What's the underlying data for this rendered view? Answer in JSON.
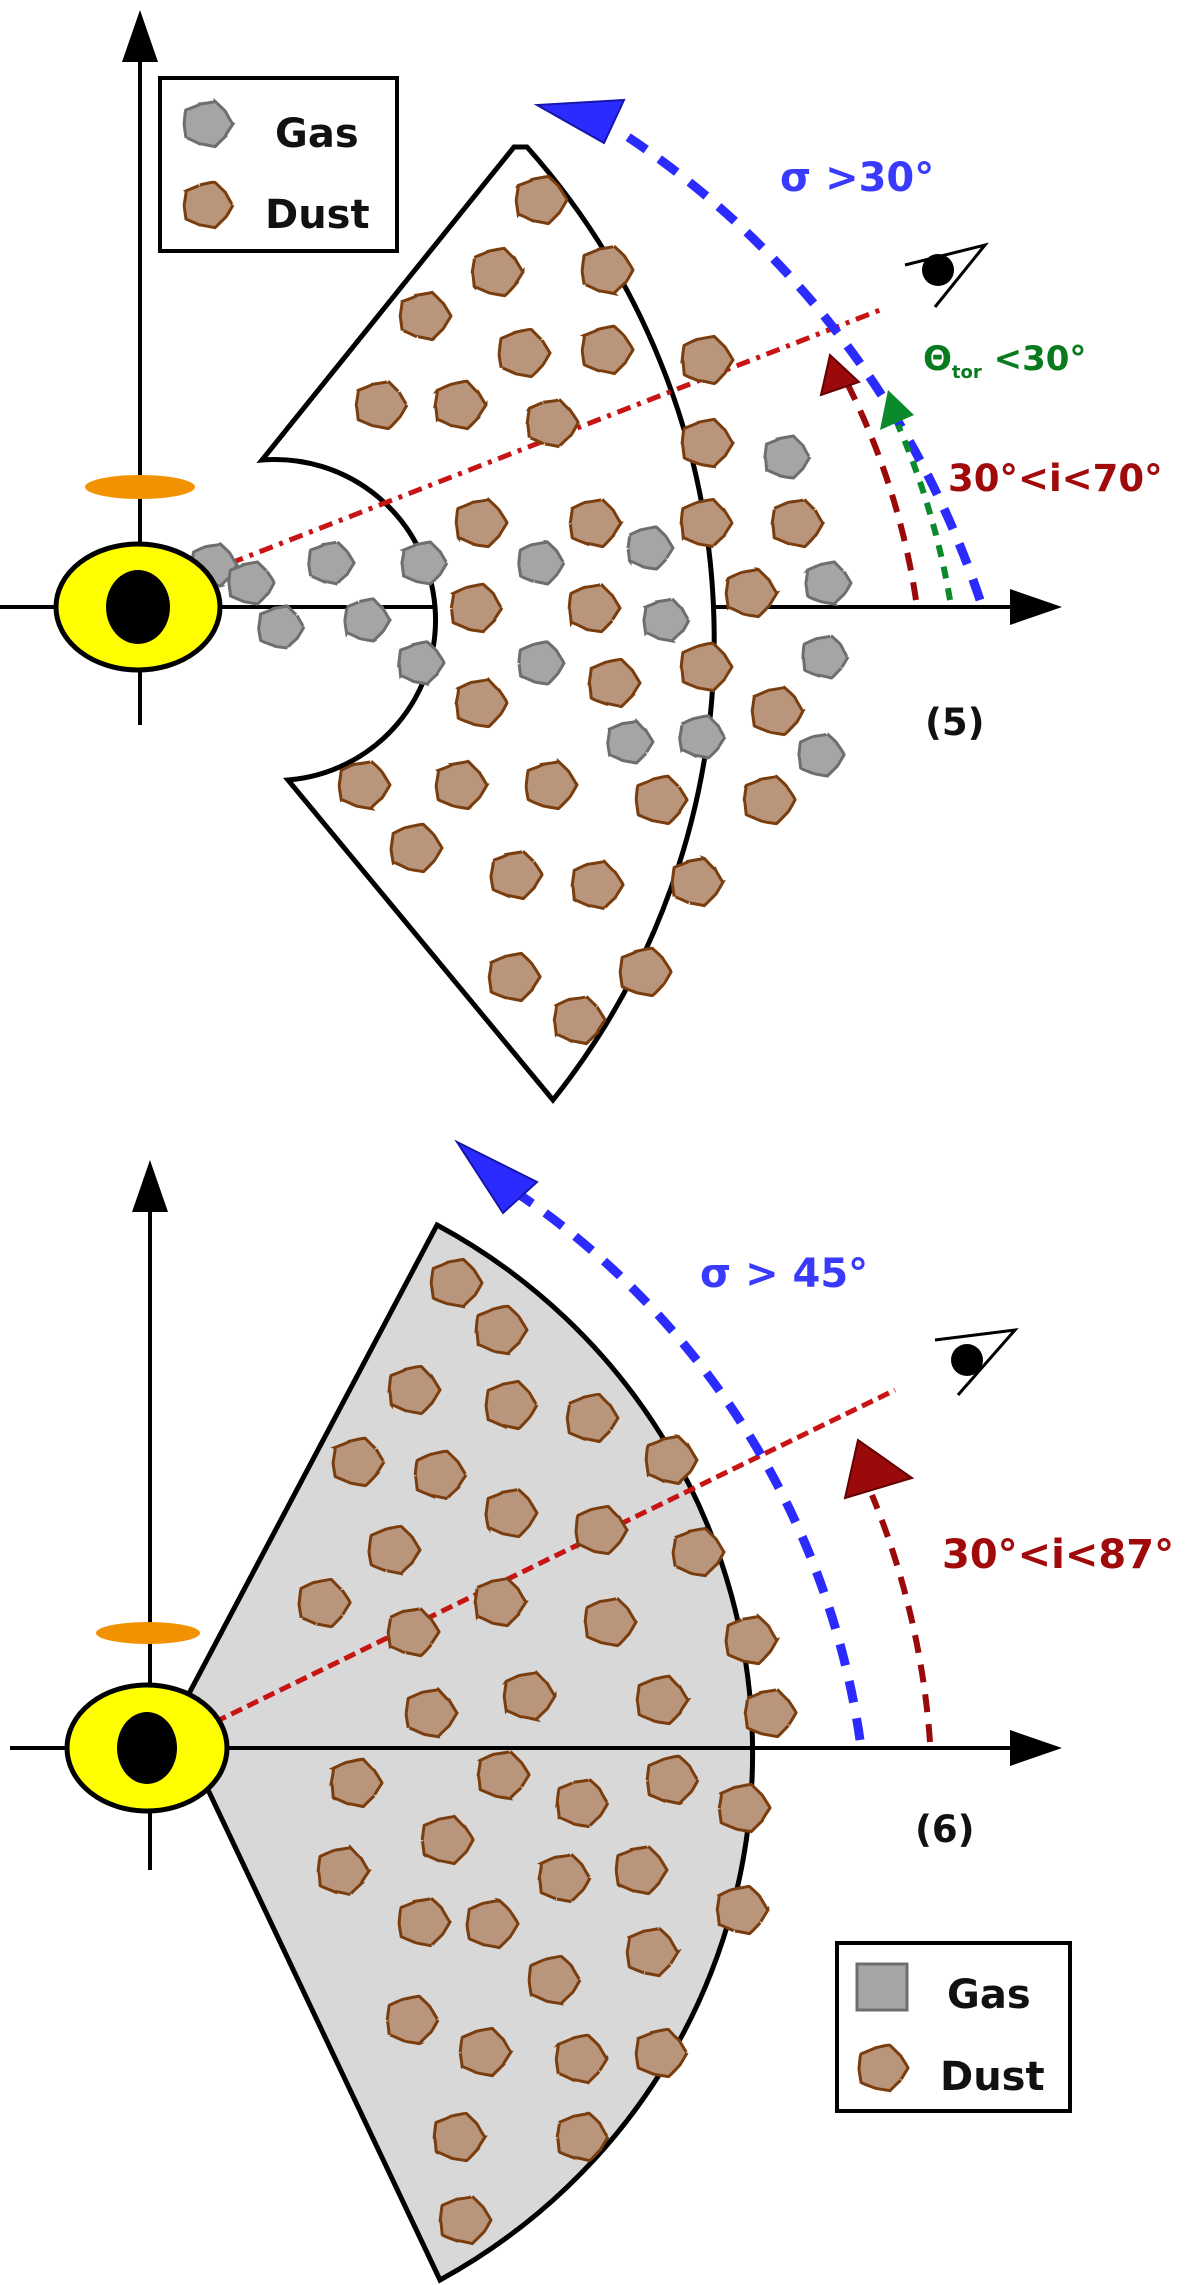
{
  "panel5": {
    "legend": {
      "gas_label": "Gas",
      "dust_label": "Dust"
    },
    "sigma_label": "σ >30°",
    "theta_symbol": "Θ",
    "theta_sub": "tor",
    "theta_rest": " <30°",
    "incl_label": "30°<i<70°",
    "panel_label": "(5)"
  },
  "panel6": {
    "legend": {
      "gas_label": "Gas",
      "dust_label": "Dust"
    },
    "sigma_label": "σ > 45°",
    "incl_label": "30°<i<87°",
    "panel_label": "(6)"
  },
  "colors": {
    "dust_fill": "#b9957c",
    "dust_stroke": "#7a3d0e",
    "gas_fill": "#a5a5a5",
    "gas_stroke": "#6e6e6e",
    "torus_gas_fill": "#d8d8d8",
    "core_fill": "#ffff00",
    "jet_fill": "#f39200",
    "sigma_arrow": "#2b2bff",
    "incl_arrow": "#9b0a0a",
    "theta_arrow": "#0a8a2a",
    "los_line": "#c81414",
    "sigma_text": "#3a3aff",
    "incl_text": "#a00a0a",
    "theta_text": "#0a7a1e"
  }
}
